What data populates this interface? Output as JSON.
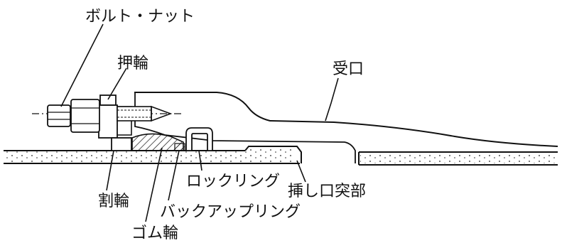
{
  "labels": {
    "bolt_nut": "ボルト・ナット",
    "push_ring": "押輪",
    "socket": "受口",
    "split_ring": "割輪",
    "locking_ring": "ロックリング",
    "spigot_projection": "挿し口突部",
    "backup_ring": "バックアップリング",
    "rubber_ring": "ゴム輪"
  },
  "colors": {
    "ink": "#111111",
    "background": "#ffffff"
  }
}
